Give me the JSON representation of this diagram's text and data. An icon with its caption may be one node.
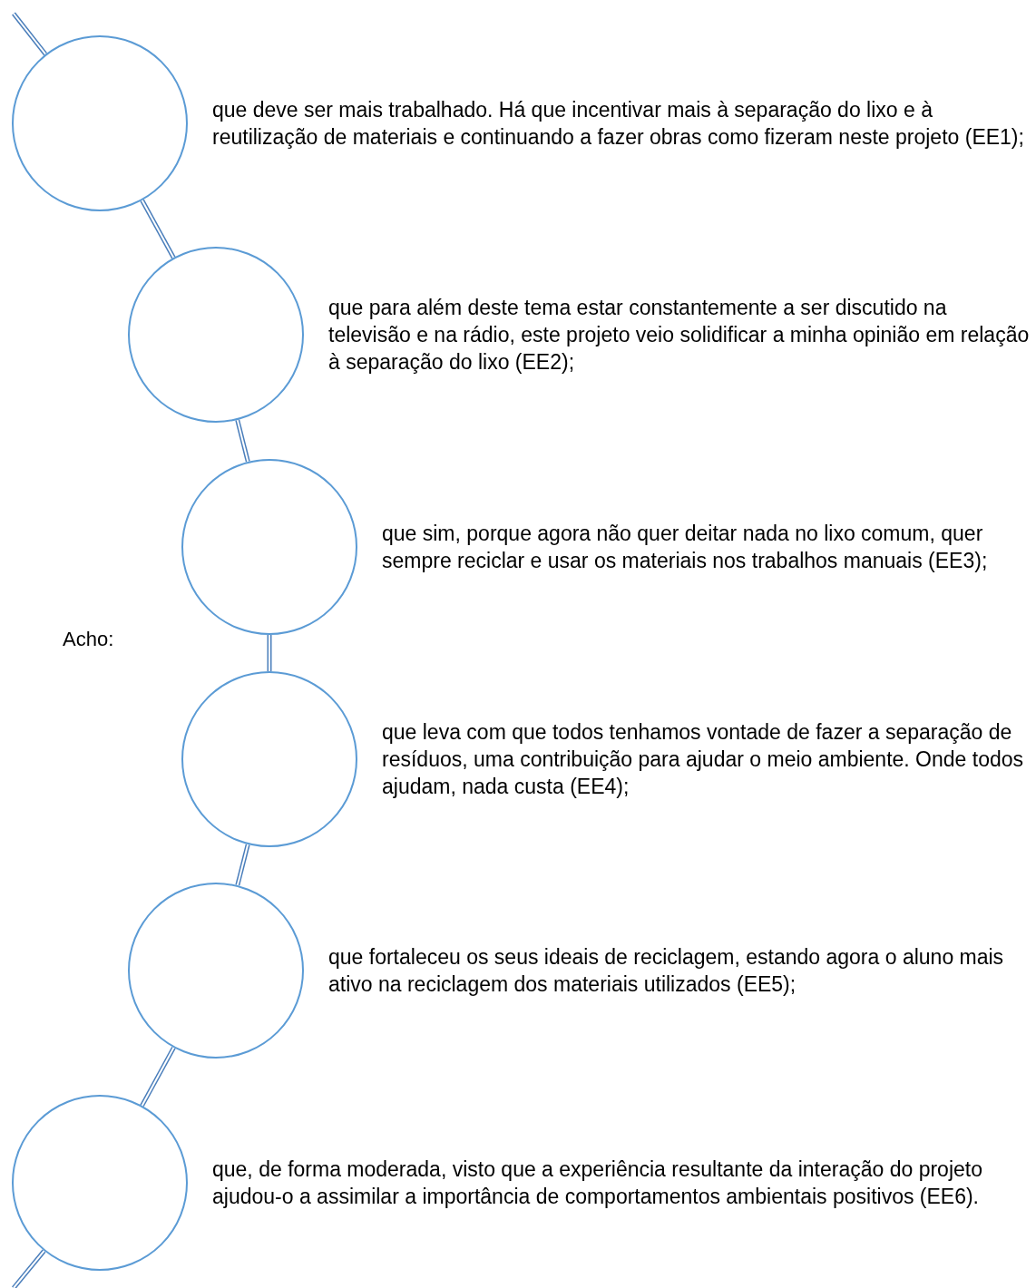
{
  "diagram": {
    "nodes": [
      {
        "text": [],
        "shape": "circle",
        "beside": [
          "que deve ser mais trabalhado. Há que incentivar mais à separação do lixo e à reutilização de materiais e continuando a fazer obras como fizeram neste projeto (EE1);"
        ]
      },
      {
        "text": [],
        "shape": "circle",
        "beside": [
          "que para além deste tema estar constantemente a ser discutido na televisão e na rádio, este projeto veio solidificar a minha opinião em relação à separação do lixo (EE2);"
        ]
      },
      {
        "text": [],
        "shape": "circle",
        "beside": [
          "que sim, porque agora não quer deitar nada no lixo comum, quer sempre reciclar e usar os materiais nos trabalhos manuais (EE3);"
        ]
      },
      {
        "text": [],
        "shape": "circle",
        "beside": [
          "que leva com que todos tenhamos vontade de fazer a separação de resíduos, uma contribuição para ajudar o meio ambiente. Onde todos ajudam, nada custa (EE4);"
        ]
      },
      {
        "text": [],
        "shape": "circle",
        "beside": [
          "que fortaleceu os seus ideais de reciclagem, estando agora o aluno mais ativo na reciclagem dos materiais utilizados (EE5);"
        ]
      },
      {
        "text": [],
        "shape": "circle",
        "beside": [
          "que, de forma moderada, visto que a experiência resultante da interação do projeto ajudou-o a assimilar a importância de comportamentos ambientais positivos (EE6)."
        ]
      }
    ],
    "edges": [
      {
        "from": null,
        "to": 0,
        "arrow": "none"
      },
      {
        "from": 0,
        "to": 1,
        "arrow": "none"
      },
      {
        "from": 1,
        "to": 2,
        "arrow": "none"
      },
      {
        "from": 2,
        "to": 3,
        "arrow": "none"
      },
      {
        "from": 3,
        "to": 4,
        "arrow": "none"
      },
      {
        "from": 4,
        "to": 5,
        "arrow": "none"
      },
      {
        "from": 5,
        "to": null,
        "arrow": "none"
      }
    ],
    "labels": [
      "Acho:"
    ]
  }
}
